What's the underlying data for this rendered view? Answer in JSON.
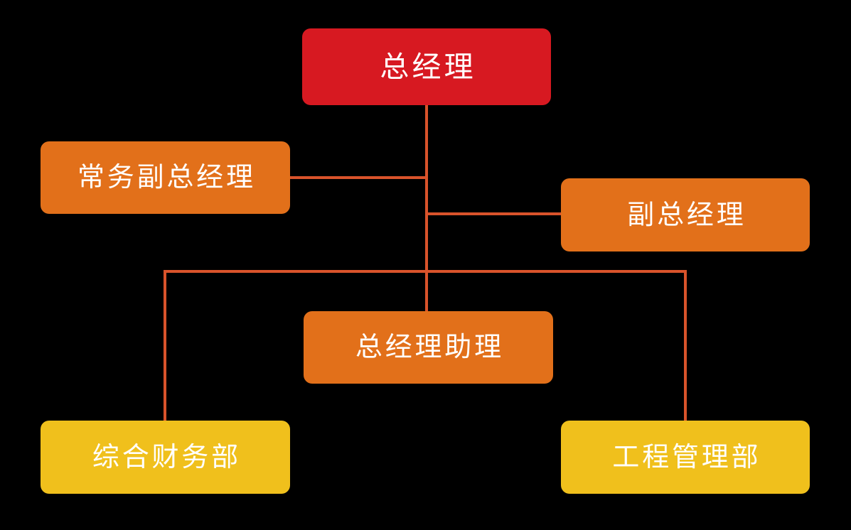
{
  "diagram": {
    "type": "organization-chart",
    "title": "",
    "background_color": "#000000",
    "connector_color": "#D9532B",
    "palette": {
      "red": "#D71921",
      "orange": "#E2701A",
      "yellow": "#F0C01C",
      "text": "#FFFFFF"
    },
    "nodes": [
      {
        "id": "ceo",
        "label": "总经理",
        "level": 0,
        "color": "#D71921"
      },
      {
        "id": "exec-vp",
        "label": "常务副总经理",
        "level": 1,
        "color": "#E2701A"
      },
      {
        "id": "vp",
        "label": "副总经理",
        "level": 1,
        "color": "#E2701A"
      },
      {
        "id": "assistant",
        "label": "总经理助理",
        "level": 2,
        "color": "#E2701A"
      },
      {
        "id": "finance",
        "label": "综合财务部",
        "level": 3,
        "color": "#F0C01C"
      },
      {
        "id": "engineering",
        "label": "工程管理部",
        "level": 3,
        "color": "#F0C01C"
      }
    ],
    "edges": [
      {
        "from": "ceo",
        "to": "exec-vp"
      },
      {
        "from": "ceo",
        "to": "vp"
      },
      {
        "from": "ceo",
        "to": "assistant"
      },
      {
        "from": "ceo",
        "to": "finance"
      },
      {
        "from": "ceo",
        "to": "engineering"
      }
    ]
  }
}
